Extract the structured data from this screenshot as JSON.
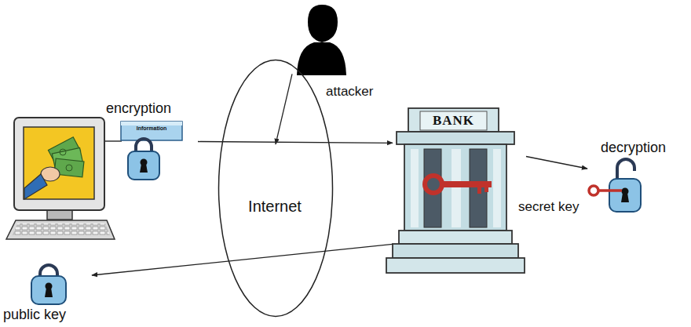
{
  "diagram": {
    "nodes": [
      {
        "text": [
          "encryption",
          "Information"
        ]
      },
      {
        "text": [
          "Internet"
        ]
      },
      {
        "text": [
          "attacker"
        ]
      },
      {
        "text": [
          "BANK"
        ]
      },
      {
        "text": [
          "decryption"
        ]
      },
      {
        "text": [
          "public key"
        ]
      }
    ],
    "edges": [
      {
        "from": 0,
        "to": 3,
        "arrow": "to"
      },
      {
        "from": 2,
        "to": 1,
        "arrow": "to"
      },
      {
        "from": 3,
        "to": 4,
        "arrow": "to"
      },
      {
        "from": 3,
        "to": 5,
        "arrow": "to"
      }
    ],
    "labels": [
      "secret key"
    ]
  }
}
